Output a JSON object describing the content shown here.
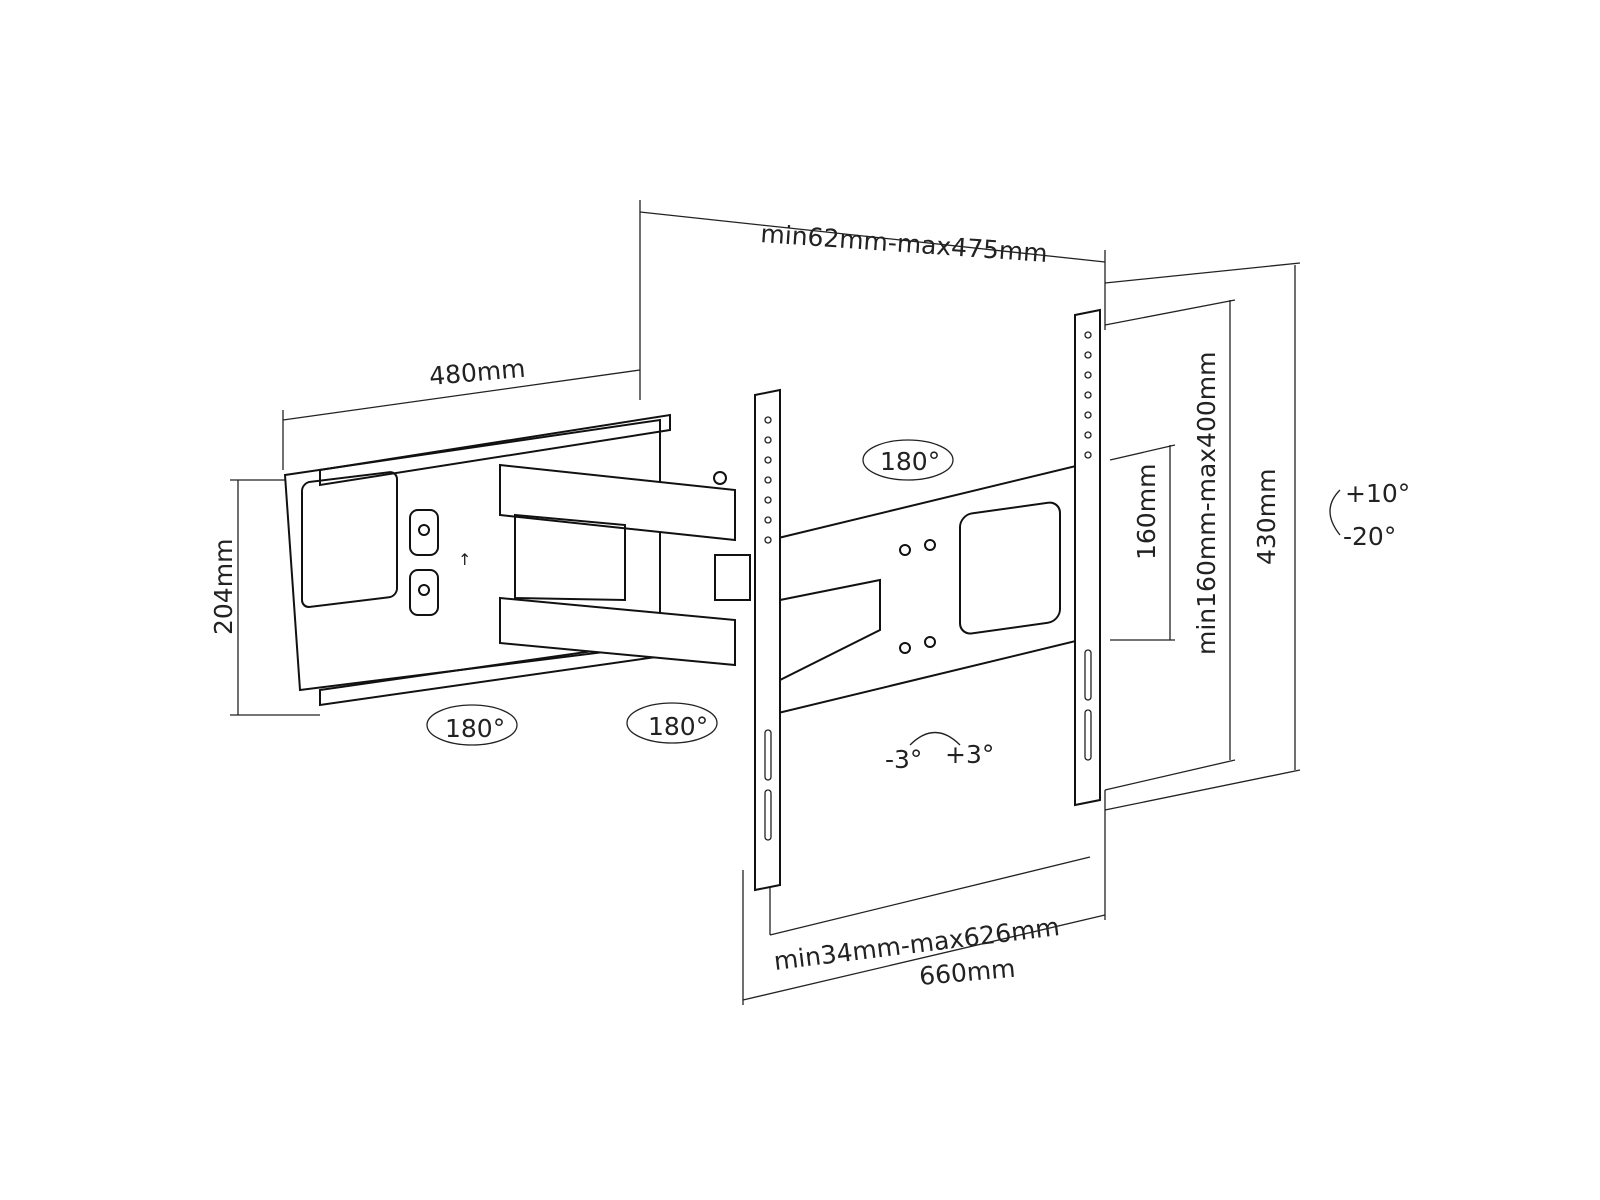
{
  "dimensions": {
    "arm_extension": "min62mm-max475mm",
    "wall_plate_width": "480mm",
    "wall_plate_height": "204mm",
    "vesa_small_vertical": "160mm",
    "vesa_vertical_range": "min160mm-max400mm",
    "tv_rail_height": "430mm",
    "vesa_horizontal_range": "min34mm-max626mm",
    "tv_plate_width": "660mm"
  },
  "rotations": {
    "swivel_top": "180°",
    "swivel_wall_left": "180°",
    "swivel_wall_right": "180°",
    "tilt_up": "+10°",
    "tilt_down": "-20°",
    "rotate_minus": "-3°",
    "rotate_plus": "+3°"
  }
}
